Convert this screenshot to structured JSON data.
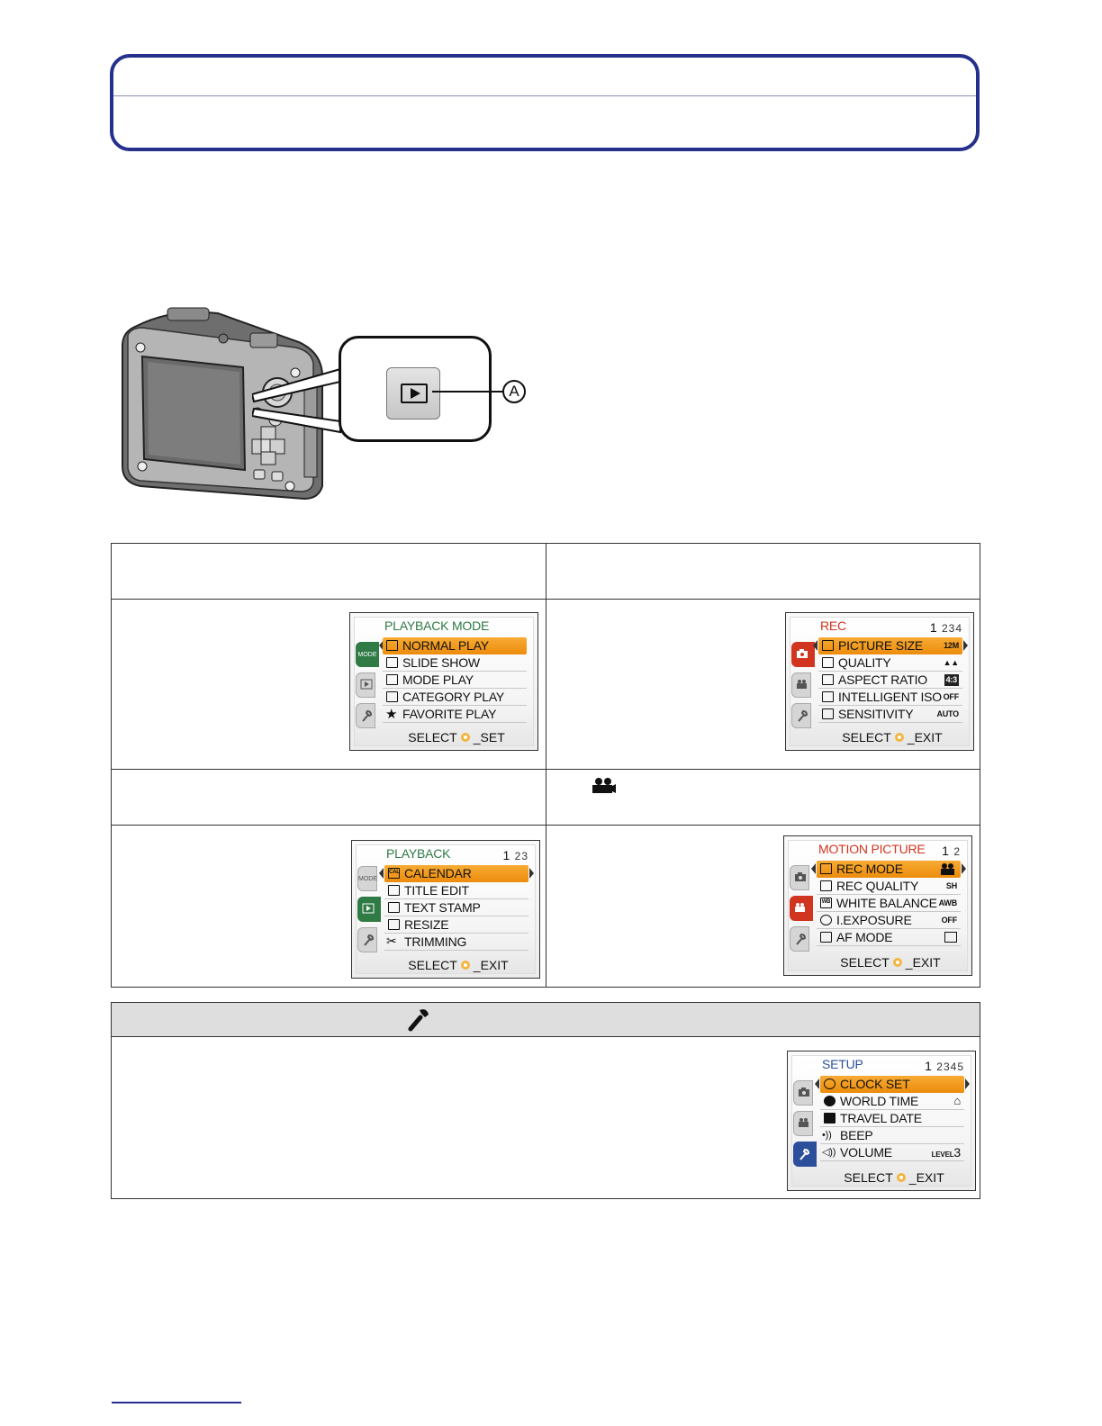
{
  "callout": {
    "marker": "A"
  },
  "screens": {
    "playback_mode": {
      "title": "PLAYBACK MODE",
      "title_color": "#2f7a45",
      "pages": "",
      "side_tab_mode_label": "MODE",
      "items": [
        "NORMAL PLAY",
        "SLIDE SHOW",
        "MODE PLAY",
        "CATEGORY PLAY",
        "FAVORITE PLAY"
      ],
      "footer_left": "SELECT",
      "footer_right": "SET"
    },
    "rec": {
      "title": "REC",
      "title_color": "#d2351f",
      "pages_current": "1",
      "pages_rest": "234",
      "items": [
        {
          "label": "PICTURE SIZE",
          "value": "12M"
        },
        {
          "label": "QUALITY",
          "value": ""
        },
        {
          "label": "ASPECT RATIO",
          "value": "4:3"
        },
        {
          "label": "INTELLIGENT ISO",
          "value": "OFF"
        },
        {
          "label": "SENSITIVITY",
          "value": "AUTO"
        }
      ],
      "footer_left": "SELECT",
      "footer_right": "EXIT"
    },
    "playback": {
      "title": "PLAYBACK",
      "title_color": "#2f7a45",
      "pages_current": "1",
      "pages_rest": "23",
      "side_tab_mode_label": "MODE",
      "items": [
        "CALENDAR",
        "TITLE EDIT",
        "TEXT STAMP",
        "RESIZE",
        "TRIMMING"
      ],
      "calendar_icon_label": "CAL",
      "footer_left": "SELECT",
      "footer_right": "EXIT"
    },
    "motion_picture": {
      "title": "MOTION PICTURE",
      "title_color": "#d2351f",
      "pages_current": "1",
      "pages_rest": "2",
      "items": [
        {
          "label": "REC MODE",
          "value": ""
        },
        {
          "label": "REC QUALITY",
          "value": "SH"
        },
        {
          "label": "WHITE BALANCE",
          "value": "AWB"
        },
        {
          "label": "I.EXPOSURE",
          "value": "OFF"
        },
        {
          "label": "AF MODE",
          "value": ""
        }
      ],
      "wb_icon_label": "WB",
      "footer_left": "SELECT",
      "footer_right": "EXIT"
    },
    "setup": {
      "title": "SETUP",
      "title_color": "#2c4f9c",
      "pages_current": "1",
      "pages_rest": "2345",
      "items": [
        {
          "label": "CLOCK SET",
          "value": ""
        },
        {
          "label": "WORLD TIME",
          "value": ""
        },
        {
          "label": "TRAVEL DATE",
          "value": ""
        },
        {
          "label": "BEEP",
          "value": ""
        },
        {
          "label": "VOLUME",
          "value": "LEVEL",
          "value_big": "3"
        }
      ],
      "footer_left": "SELECT",
      "footer_right": "EXIT"
    }
  },
  "colors": {
    "frame_border": "#24308c",
    "selection": "#ec8c0c",
    "rec_tab_active": "#d2351f",
    "playback_tab_active": "#2f7a45",
    "setup_tab_active": "#2c4f9c"
  },
  "icons": {
    "setup_header_icon": "wrench-icon",
    "motion_header_icon": "movie-camera-icon",
    "camera_button": "play-icon"
  }
}
